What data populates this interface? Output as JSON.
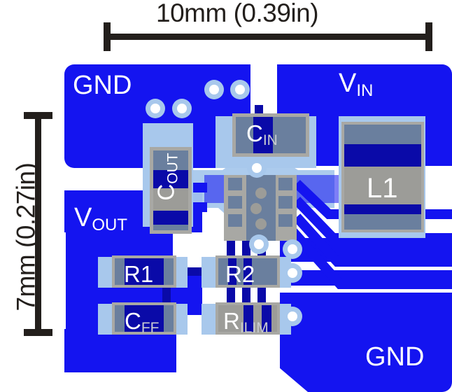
{
  "figure": {
    "type": "pcb-layout",
    "description": "PCB layout top view of a switching regulator showing copper pours, component footprints, vias and routing traces"
  },
  "dimensions": {
    "width_label": "10mm (0.39in)",
    "height_label": "7mm (0.27in)"
  },
  "planes": [
    {
      "name": "gnd-top",
      "label": "GND"
    },
    {
      "name": "vin",
      "label": "V",
      "sub": "IN"
    },
    {
      "name": "vout",
      "label": "V",
      "sub": "OUT"
    },
    {
      "name": "gnd-bottom",
      "label": "GND"
    }
  ],
  "components": [
    {
      "ref": "CIN",
      "label": "C",
      "sub": "IN",
      "type": "capacitor",
      "orientation": "horizontal"
    },
    {
      "ref": "COUT",
      "label": "C",
      "sub": "OUT",
      "type": "capacitor",
      "orientation": "vertical"
    },
    {
      "ref": "L1",
      "label": "L1",
      "sub": "",
      "type": "inductor",
      "orientation": "vertical"
    },
    {
      "ref": "R1",
      "label": "R1",
      "sub": "",
      "type": "resistor",
      "orientation": "horizontal"
    },
    {
      "ref": "R2",
      "label": "R2",
      "sub": "",
      "type": "resistor",
      "orientation": "horizontal"
    },
    {
      "ref": "CFF",
      "label": "C",
      "sub": "FF",
      "type": "capacitor",
      "orientation": "horizontal"
    },
    {
      "ref": "RILIM",
      "label": "R",
      "sub": "ILIM",
      "type": "resistor",
      "orientation": "horizontal"
    },
    {
      "ref": "U1",
      "label": "",
      "sub": "",
      "type": "ic",
      "orientation": "vertical"
    }
  ],
  "colors": {
    "copper_blue": "#1414f0",
    "trace_dark_blue": "#0a0aa8",
    "pad_light_blue": "#a8c8ec",
    "solder_mask_gray": "#a8a8a4",
    "component_body_slate": "#6a7f9e",
    "component_body_gray": "#9c9c98",
    "silkscreen_white": "#ffffff",
    "dimension_black": "#231f1c",
    "background": "#ffffff"
  },
  "via_count": 9
}
